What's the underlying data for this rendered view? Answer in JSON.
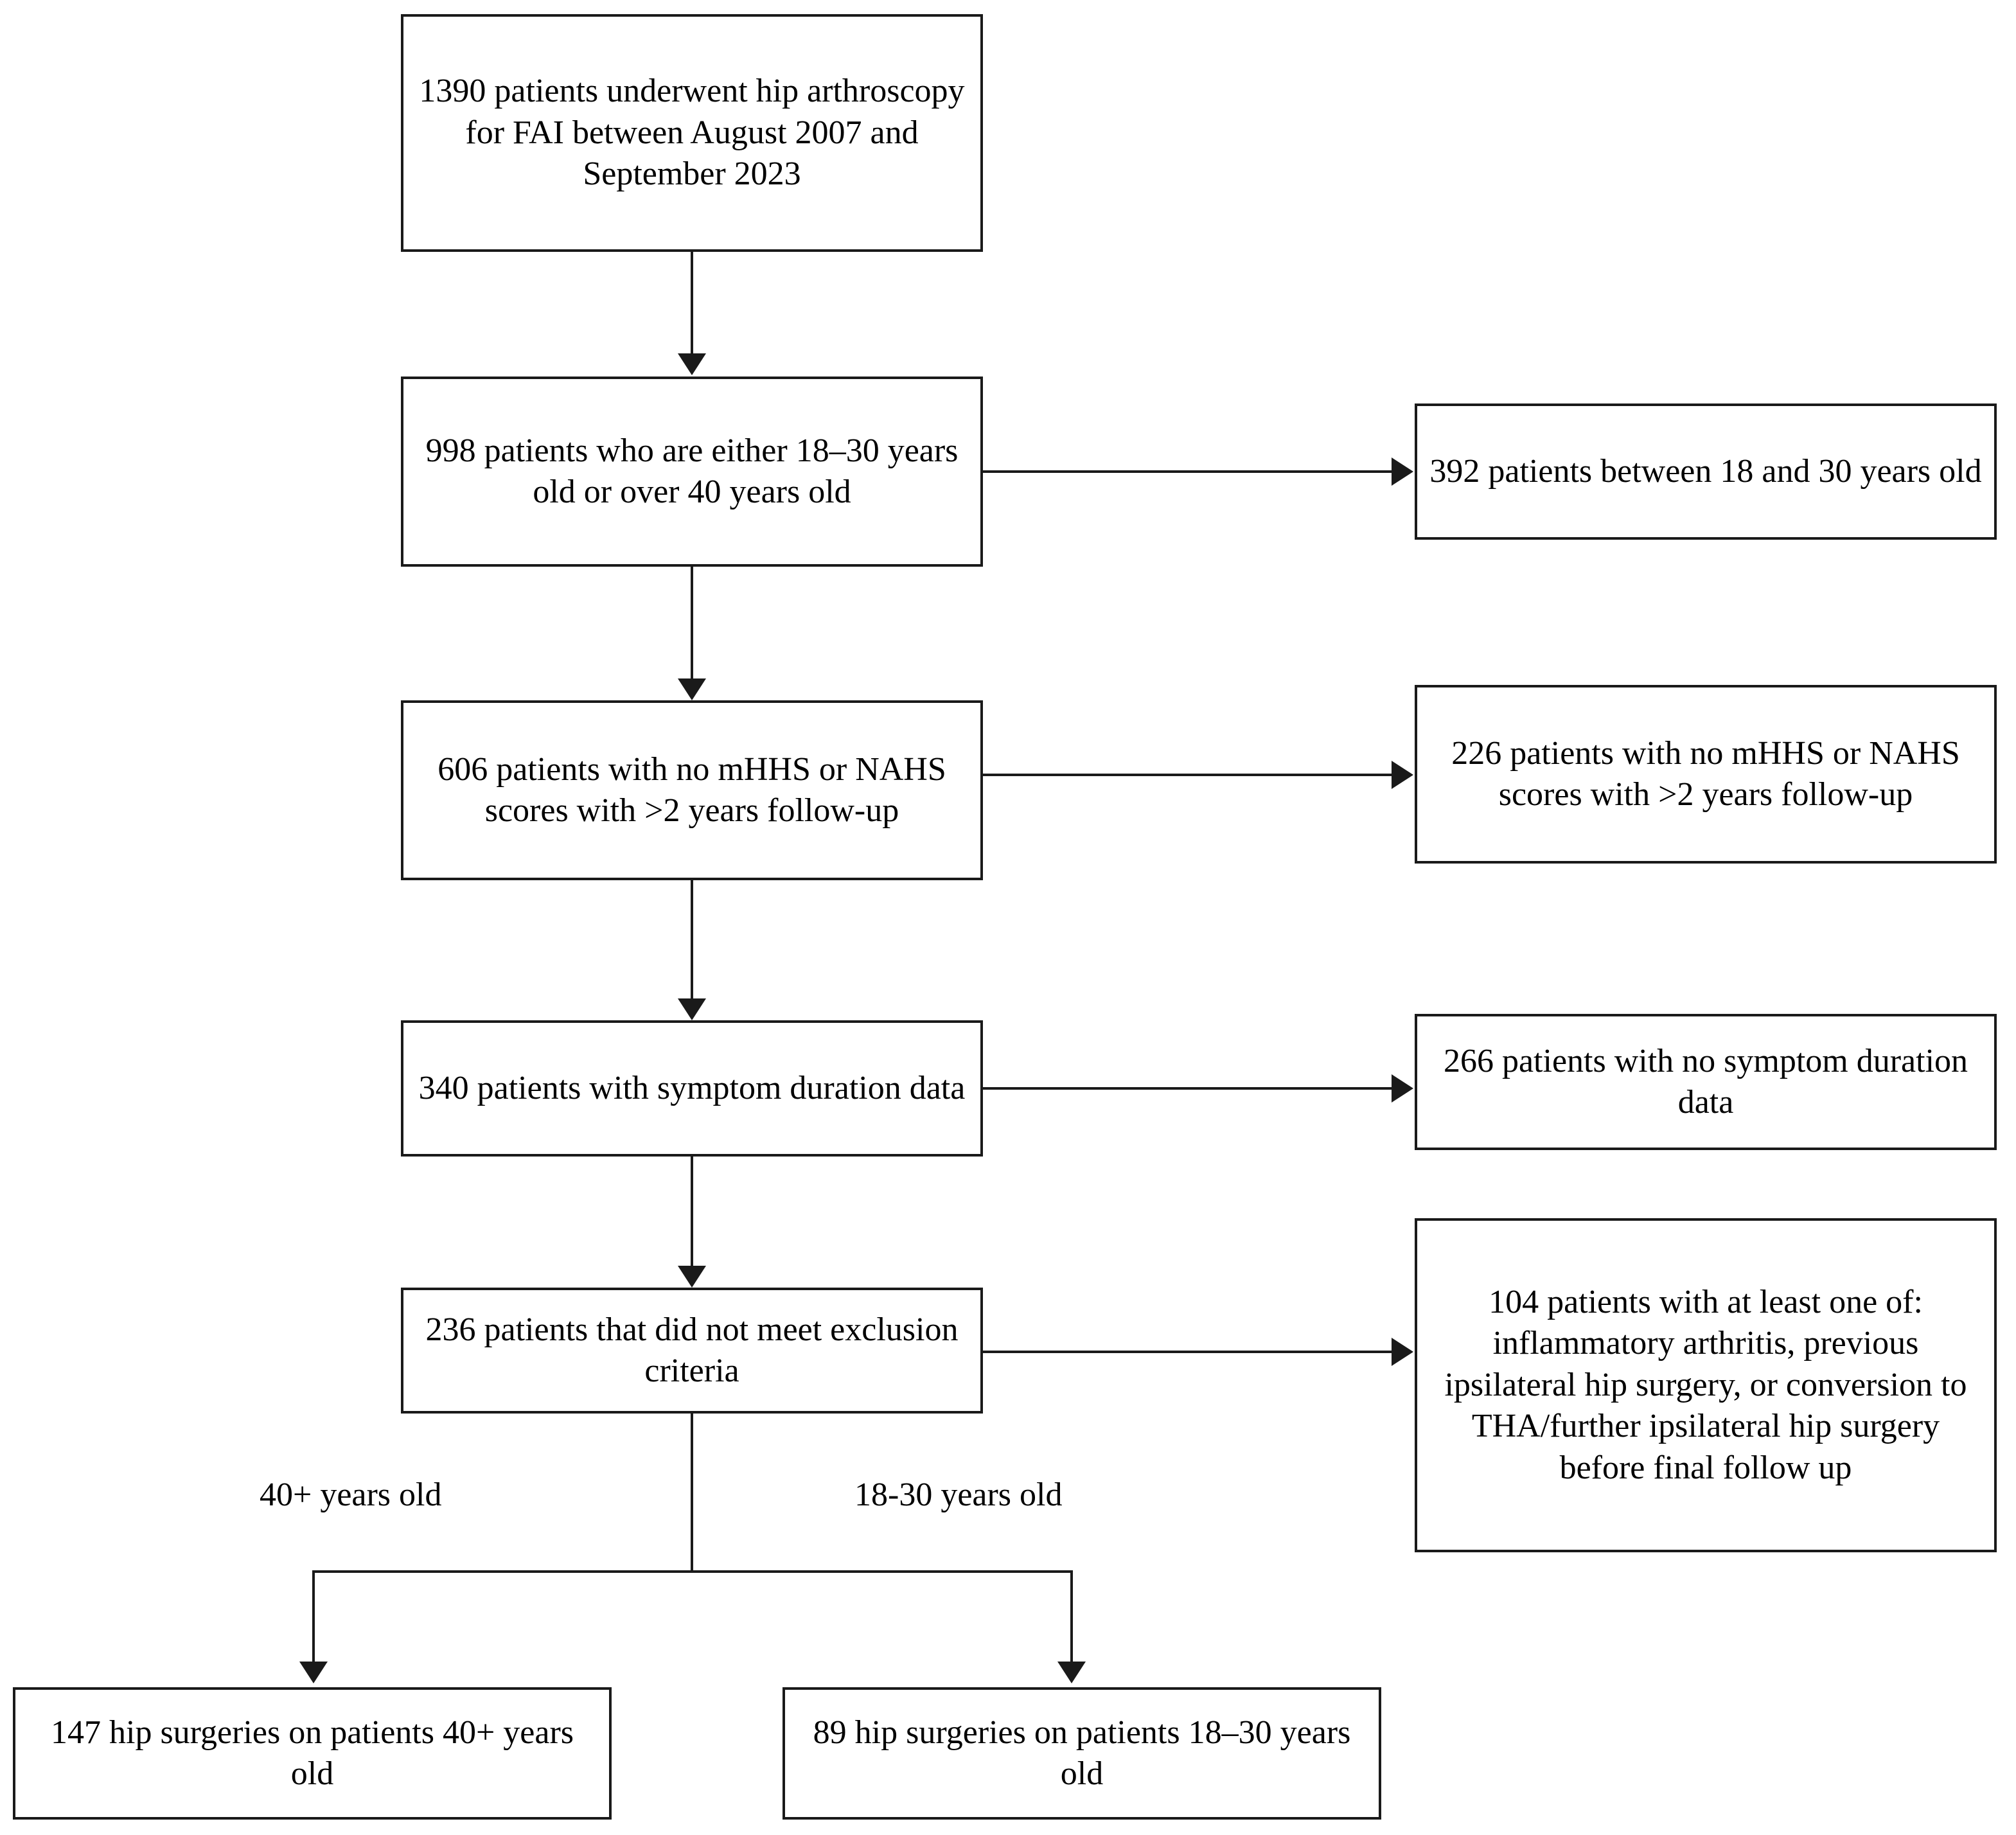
{
  "diagram": {
    "type": "patient-selection-flowchart",
    "nodes": [
      {
        "id": "enrolled",
        "text": "1390 patients underwent hip arthroscopy for FAI between August 2007 and September 2023"
      },
      {
        "id": "age-eligible",
        "text": "998 patients who are either 18–30 years old or over 40 years old"
      },
      {
        "id": "excluded-age",
        "text": "392 patients between 18 and 30 years old"
      },
      {
        "id": "no-scores",
        "text": "606 patients with no mHHS or NAHS scores with >2 years follow-up"
      },
      {
        "id": "excluded-scores",
        "text": "226 patients with no mHHS or NAHS scores with >2 years follow-up"
      },
      {
        "id": "symptom-duration",
        "text": "340 patients with symptom duration data"
      },
      {
        "id": "excluded-symptom",
        "text": "266 patients with no symptom duration data"
      },
      {
        "id": "no-exclusion",
        "text": "236 patients that did not meet exclusion criteria"
      },
      {
        "id": "excluded-criteria",
        "text": "104 patients with at least one of: inflammatory arthritis, previous ipsilateral hip surgery, or conversion to THA/further ipsilateral hip surgery before final follow up"
      },
      {
        "id": "cohort-older",
        "text": "147 hip surgeries on patients 40+ years old"
      },
      {
        "id": "cohort-younger",
        "text": "89 hip surgeries on patients 18–30 years old"
      }
    ],
    "edge_labels": {
      "branch_left": "40+ years old",
      "branch_right": "18-30 years old"
    },
    "colors": {
      "stroke": "#1a1a1a",
      "fill": "#ffffff",
      "text": "#000000"
    }
  }
}
